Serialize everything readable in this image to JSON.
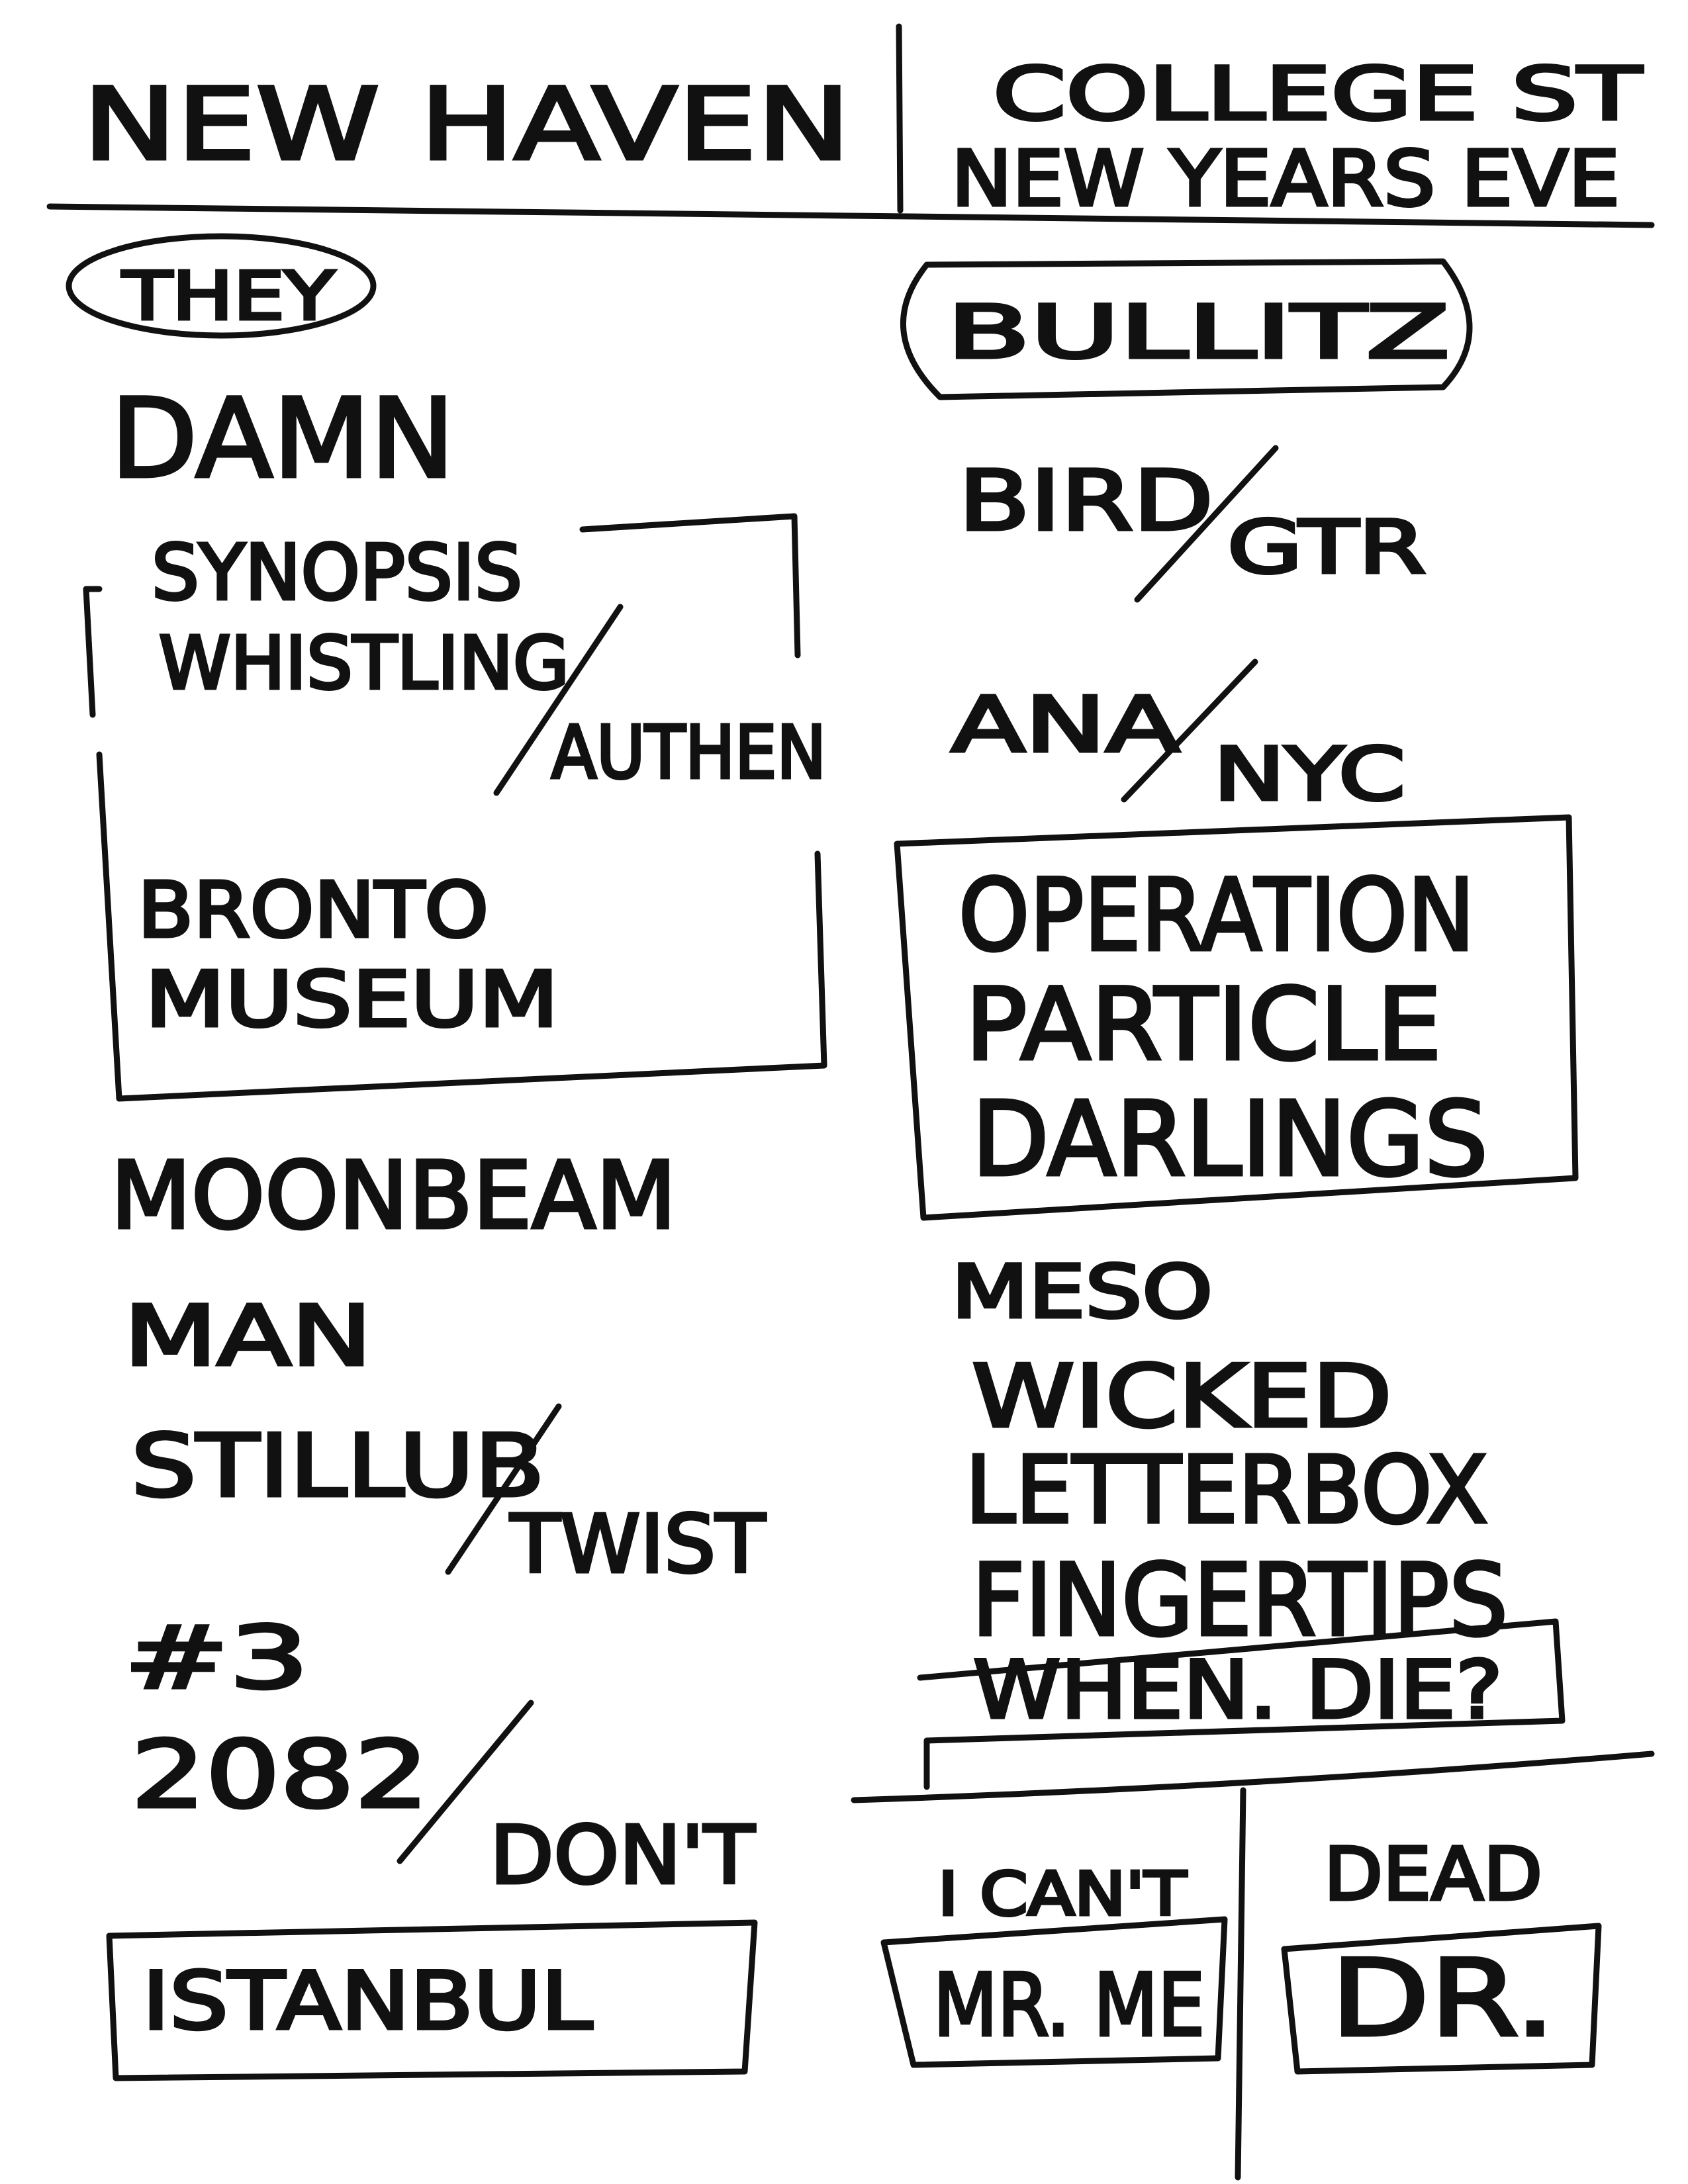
{
  "header": {
    "city": "NEW HAVEN",
    "venue": "COLLEGE ST",
    "event": "NEW YEARS EVE"
  },
  "left_band": {
    "name": "THEY",
    "songs": {
      "damn": "DAMN",
      "synopsis": "SYNOPSIS",
      "whistling": "WHISTLING",
      "authen": "AUTHEN",
      "bronto": "BRONTO",
      "museum": "MUSEUM",
      "moonbeam": "MOONBEAM",
      "man": "MAN",
      "stillub": "STILLUB",
      "twist": "TWIST",
      "three": "#3",
      "y2082": "2082",
      "dont": "DON'T",
      "istanbul": "ISTANBUL"
    }
  },
  "right_band": {
    "name": "BULLITZ",
    "songs": {
      "bird": "BIRD",
      "gtr": "GTR",
      "ana": "ANA",
      "nyc": "NYC",
      "operation": "OPERATION",
      "particle": "PARTICLE",
      "darlings": "DARLINGS",
      "meso": "MESO",
      "wicked": "WICKED",
      "letterbox": "LETTERBOX",
      "fingertips": "FINGERTIPS",
      "when_die": "WHEN. DIE?"
    }
  },
  "encores": {
    "left_label": "I CAN'T",
    "left_song": "MR. ME",
    "right_label": "DEAD",
    "right_song": "DR."
  }
}
